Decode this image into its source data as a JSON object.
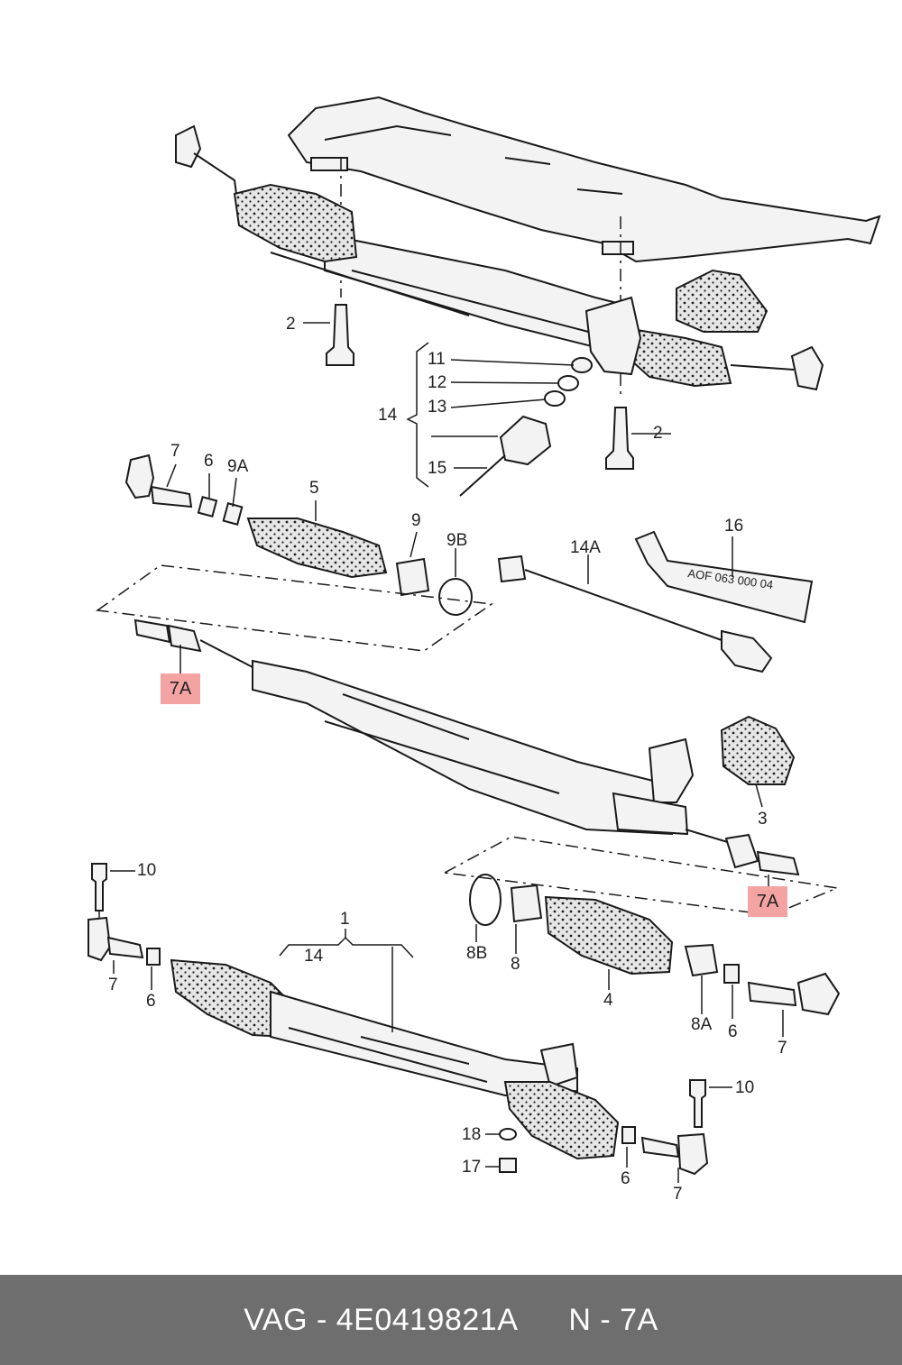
{
  "callouts": {
    "c1": "1",
    "c2a": "2",
    "c2b": "2",
    "c3": "3",
    "c4": "4",
    "c5": "5",
    "c6a": "6",
    "c6b": "6",
    "c6c": "6",
    "c6d": "6",
    "c7a": "7",
    "c7b": "7",
    "c7c": "7",
    "c7d": "7",
    "c7A_a": "7A",
    "c7A_b": "7A",
    "c8": "8",
    "c8A": "8A",
    "c8B": "8B",
    "c9": "9",
    "c9A": "9A",
    "c9B": "9B",
    "c10a": "10",
    "c10b": "10",
    "c11": "11",
    "c12": "12",
    "c13": "13",
    "c14a": "14",
    "c14b": "14",
    "c14A": "14A",
    "c15": "15",
    "c16": "16",
    "c17": "17",
    "c18": "18"
  },
  "tube_label": "AOF 063 000 04",
  "footer": {
    "part_number": "VAG - 4E0419821A",
    "position": "N - 7A"
  },
  "colors": {
    "highlight": "#f4a3a3",
    "footer_bg": "#6e6e6e",
    "footer_text": "#ffffff"
  }
}
